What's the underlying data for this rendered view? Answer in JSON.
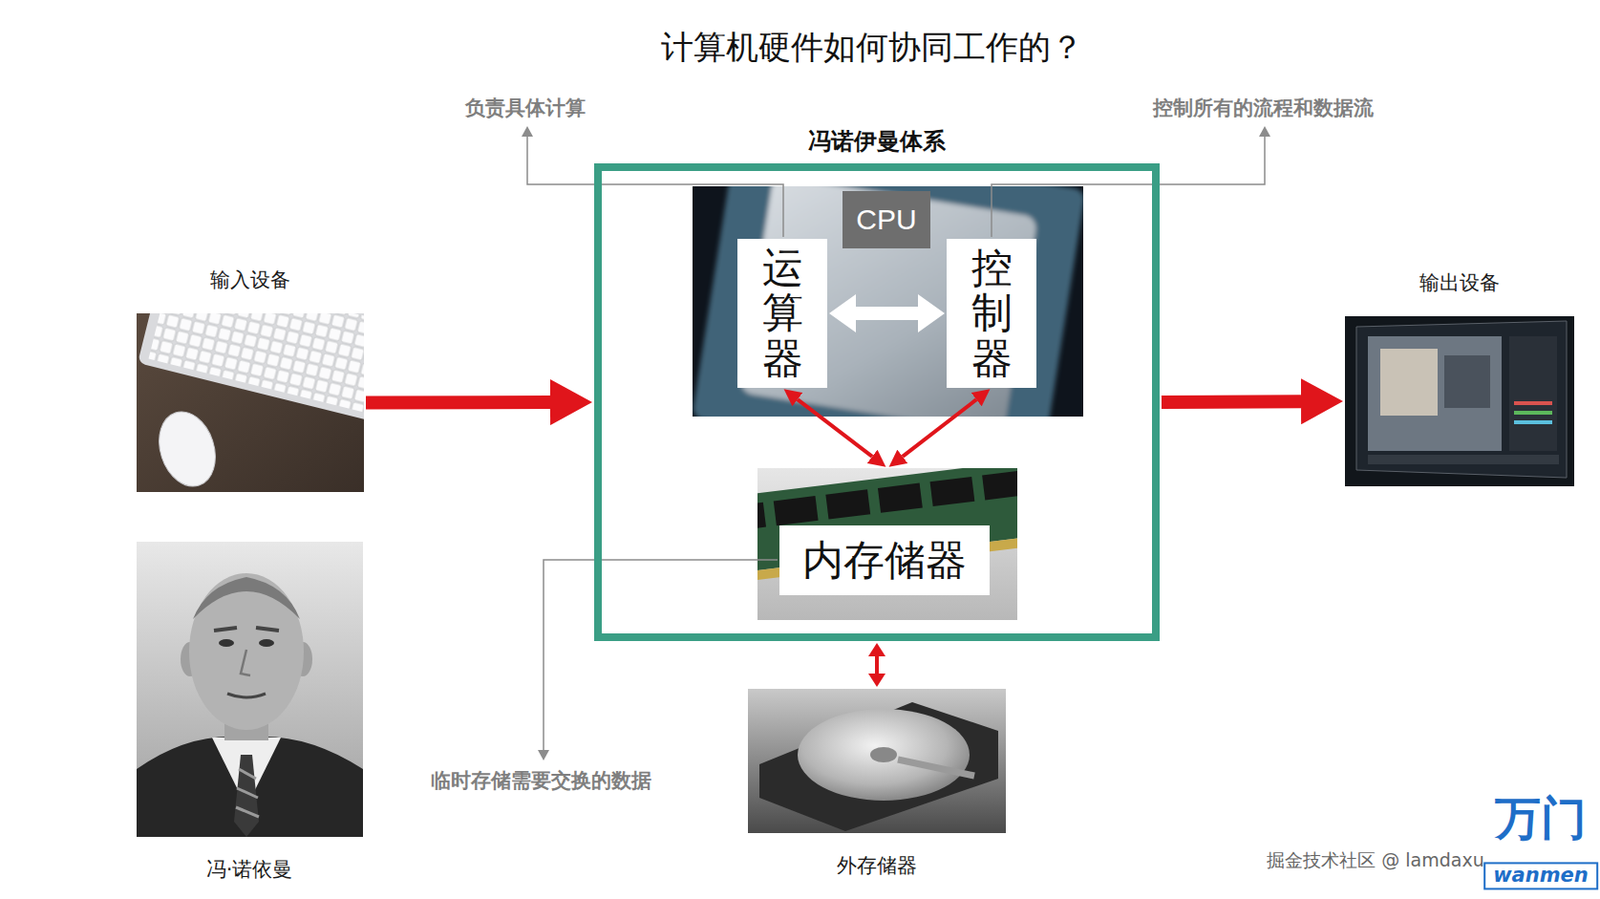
{
  "diagram": {
    "title": "计算机硬件如何协同工作的？",
    "nodes": [
      {
        "text": [
          "输入设备"
        ]
      },
      {
        "text": [
          "冯诺伊曼体系"
        ]
      },
      {
        "text": [
          "CPU"
        ],
        "in": 1
      },
      {
        "text": [
          "运算器"
        ],
        "in": 2
      },
      {
        "text": [
          "控制器"
        ],
        "in": 2
      },
      {
        "text": [
          "内存储器"
        ],
        "in": 1
      },
      {
        "text": [
          "输出设备"
        ]
      },
      {
        "text": [
          "外存储器"
        ]
      }
    ],
    "edges": [
      {
        "from": 0,
        "to": 1,
        "arrow": "to"
      },
      {
        "from": 3,
        "to": 4,
        "arrow": "both"
      },
      {
        "from": 3,
        "to": 5,
        "arrow": "both"
      },
      {
        "from": 4,
        "to": 5,
        "arrow": "both"
      },
      {
        "from": 1,
        "to": 6,
        "arrow": "to"
      },
      {
        "from": 1,
        "to": 7,
        "arrow": "both"
      }
    ],
    "labels": [
      "负责具体计算",
      "控制所有的流程和数据流",
      "临时存储需要交换的数据",
      "冯·诺依曼",
      "掘金技术社区 @ lamdaxu",
      "万门",
      "wanmen"
    ]
  }
}
